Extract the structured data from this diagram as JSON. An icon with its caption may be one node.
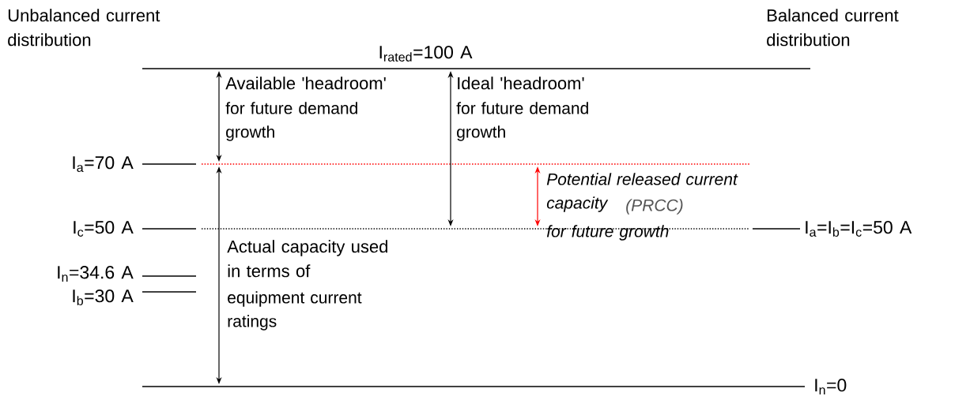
{
  "diagram": {
    "labels": [
      "Unbalanced current distribution",
      "Balanced current distribution",
      "I$_{rated}$=100 A",
      "Available 'headroom'",
      "for future demand growth",
      "Ideal 'headroom'",
      "for future demand growth",
      "I$_{a}$=70 A",
      "Potential released current capacity",
      "(PRCC)",
      "for future growth",
      "I$_{c}$=50 A",
      "I$_{a}$=I$_{b}$=I$_{c}$=50 A",
      "I$_{n}$=34.6 A",
      "Actual capacity used in terms of",
      "I$_{b}$=30 A",
      "equipment current ratings",
      "I$_{n}$=0"
    ]
  }
}
